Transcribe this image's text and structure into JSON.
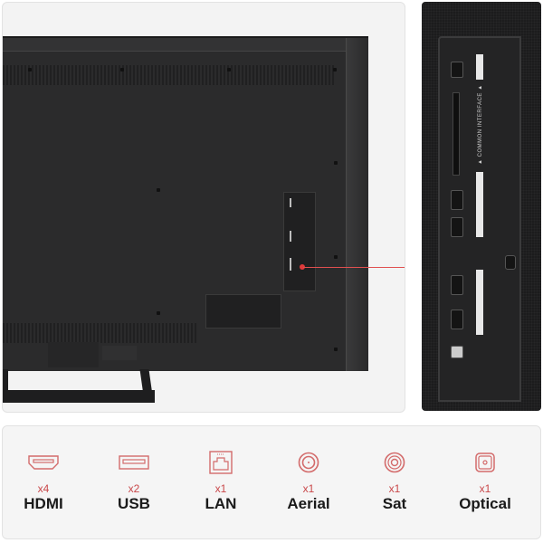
{
  "image": {
    "main_view": "tv-rear-view",
    "zoom_view": "connection-panel-closeup",
    "accent_color": "#c9484a",
    "ci_label": "▲ COMMON INTERFACE ▲"
  },
  "connections": [
    {
      "icon": "hdmi-icon",
      "count": "x4",
      "name": "HDMI"
    },
    {
      "icon": "usb-icon",
      "count": "x2",
      "name": "USB"
    },
    {
      "icon": "lan-icon",
      "count": "x1",
      "name": "LAN"
    },
    {
      "icon": "aerial-icon",
      "count": "x1",
      "name": "Aerial"
    },
    {
      "icon": "sat-icon",
      "count": "x1",
      "name": "Sat"
    },
    {
      "icon": "optical-icon",
      "count": "x1",
      "name": "Optical"
    }
  ]
}
